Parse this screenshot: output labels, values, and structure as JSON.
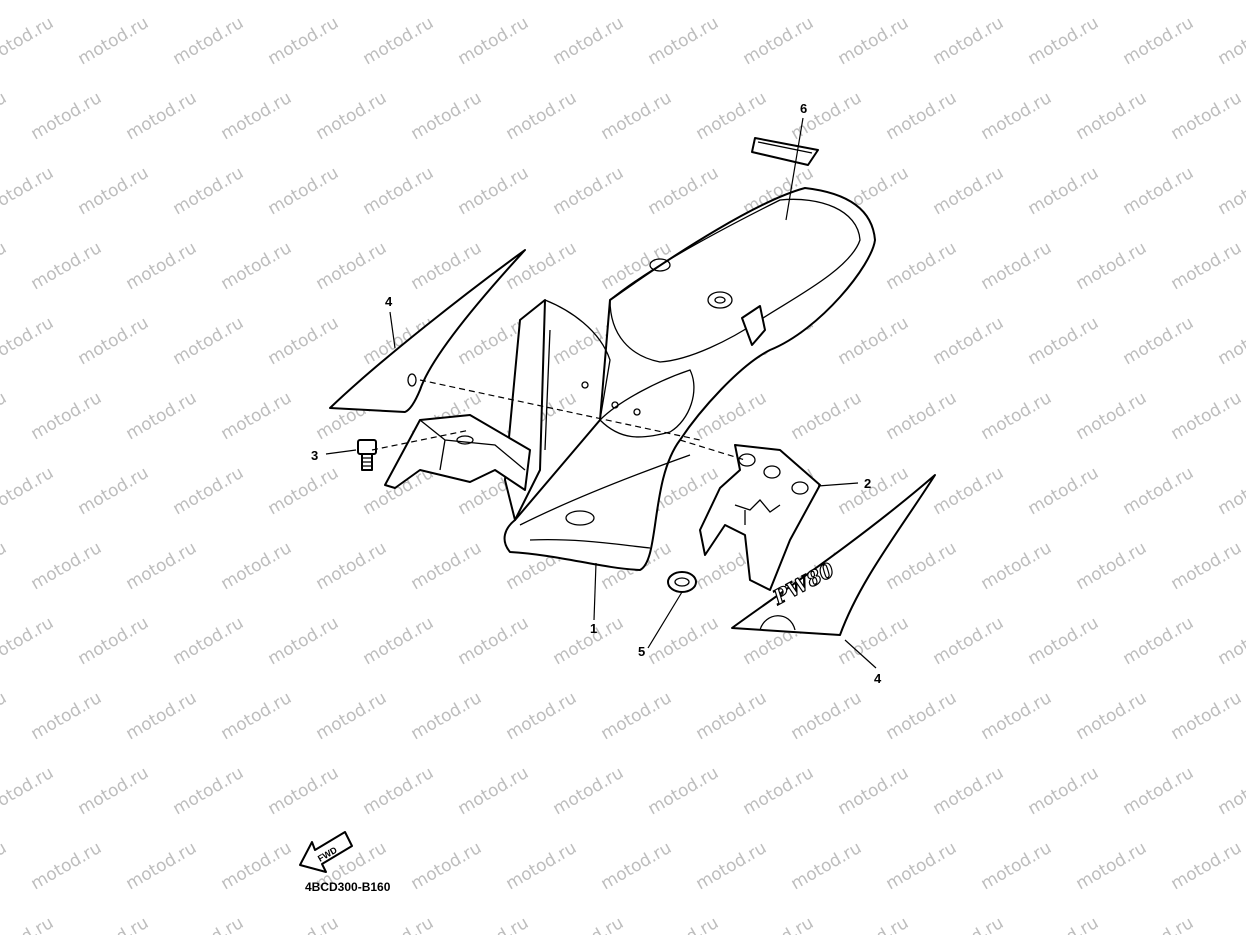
{
  "watermark": {
    "text": "motod.ru"
  },
  "callouts": [
    {
      "id": "c1",
      "label": "1"
    },
    {
      "id": "c2",
      "label": "2"
    },
    {
      "id": "c3",
      "label": "3"
    },
    {
      "id": "c4a",
      "label": "4"
    },
    {
      "id": "c4b",
      "label": "4"
    },
    {
      "id": "c5",
      "label": "5"
    },
    {
      "id": "c6",
      "label": "6"
    }
  ],
  "decal_text": "PW80",
  "fwd_label": "FWD",
  "diagram_code": "4BCD300-B160"
}
